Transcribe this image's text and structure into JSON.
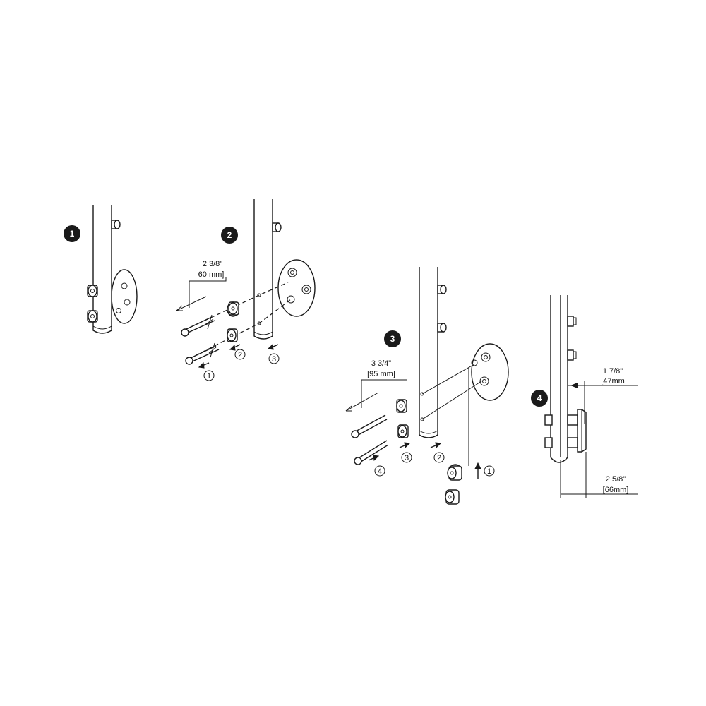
{
  "steps": [
    {
      "badge": "1"
    },
    {
      "badge": "2",
      "dimension": {
        "imperial": "2 3/8\"",
        "metric": "60 mm]"
      },
      "order_labels": [
        "1",
        "2",
        "3"
      ]
    },
    {
      "badge": "3",
      "dimension": {
        "imperial": "3 3/4\"",
        "metric": "[95 mm]"
      },
      "order_labels": [
        "4",
        "3",
        "2",
        "1"
      ]
    },
    {
      "badge": "4",
      "dimensions": [
        {
          "imperial": "1 7/8\"",
          "metric": "[47mm"
        },
        {
          "imperial": "2 5/8\"",
          "metric": "[66mm]"
        }
      ]
    }
  ],
  "colors": {
    "line": "#1a1a1a",
    "background": "#ffffff",
    "badge_fill": "#1a1a1a"
  }
}
